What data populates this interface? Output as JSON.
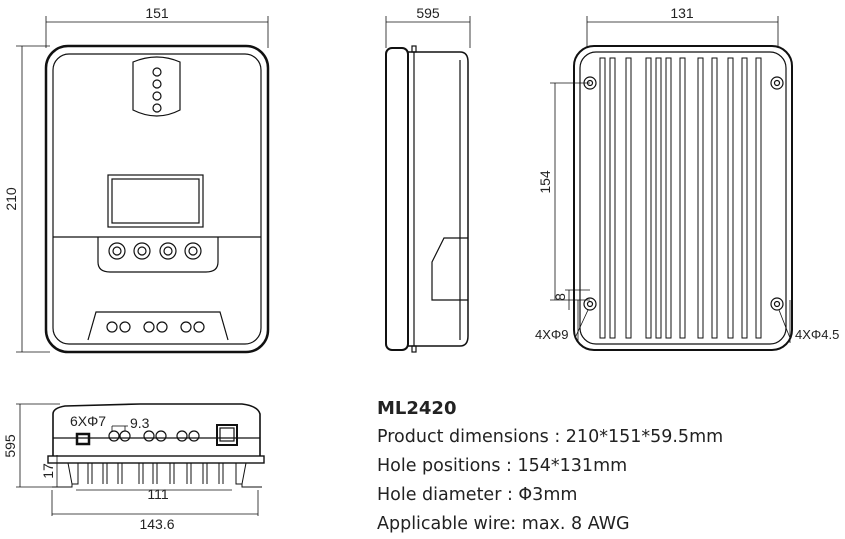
{
  "front_view": {
    "width_label": "151",
    "height_label": "210"
  },
  "side_view": {
    "depth_label": "595"
  },
  "back_view": {
    "width_label": "131",
    "hole_spacing_label": "154",
    "offset_label": "8",
    "hole_left_label": "4XΦ9",
    "hole_right_label": "4XΦ4.5"
  },
  "bottom_view": {
    "height_label": "595",
    "fin_label": "17",
    "terminal_label": "6XΦ7",
    "pitch_label": "9.3",
    "inner_width_label": "111",
    "outer_width_label": "143.6"
  },
  "specs": {
    "model": "ML2420",
    "lines": [
      "Product dimensions : 210*151*59.5mm",
      "Hole positions : 154*131mm",
      "Hole diameter : Φ3mm",
      "Applicable wire: max. 8 AWG"
    ]
  }
}
